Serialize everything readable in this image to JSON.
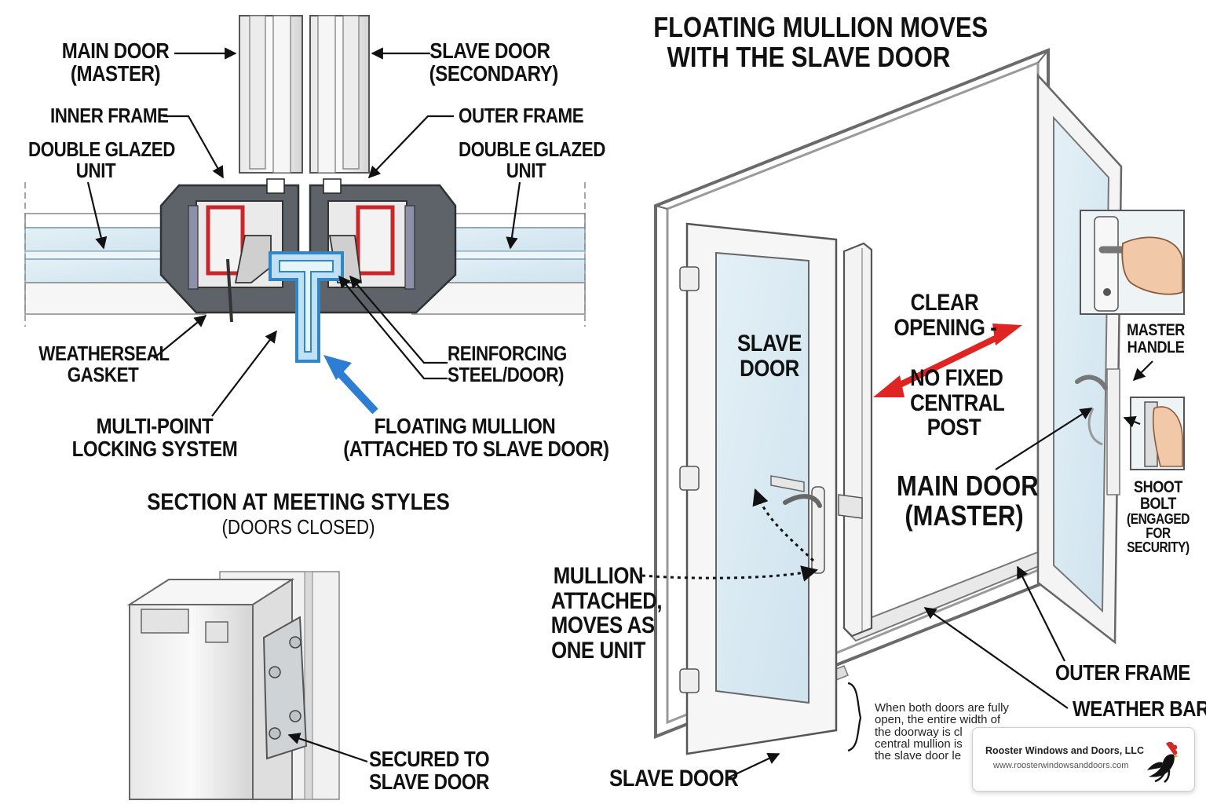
{
  "section_labels": {
    "main_door": "MAIN DOOR",
    "main_door_sub": "(MASTER)",
    "slave_door": "SLAVE DOOR",
    "slave_door_sub": "(SECONDARY)",
    "inner_frame": "INNER FRAME",
    "outer_frame": "OUTER FRAME",
    "dgu_left_1": "DOUBLE GLAZED",
    "dgu_left_2": "UNIT",
    "dgu_right_1": "DOUBLE GLAZED",
    "dgu_right_2": "UNIT",
    "weatherseal_1": "WEATHERSEAL",
    "weatherseal_2": "GASKET",
    "reinforcing_1": "REINFORCING",
    "reinforcing_2": "STEEL/DOOR)",
    "multipoint_1": "MULTI-POINT",
    "multipoint_2": "LOCKING SYSTEM",
    "floating_1": "FLOATING MULLION",
    "floating_2": "(ATTACHED TO SLAVE DOOR)",
    "section_title": "SECTION AT MEETING STYLES",
    "section_subtitle": "(DOORS CLOSED)",
    "secured_1": "SECURED TO",
    "secured_2": "SLAVE DOOR"
  },
  "door_labels": {
    "title_1": "FLOATING MULLION MOVES",
    "title_2": "WITH THE SLAVE DOOR",
    "slave_door_1": "SLAVE",
    "slave_door_2": "DOOR",
    "clear_opening_1": "CLEAR",
    "clear_opening_2": "OPENING -",
    "no_fixed_1": "NO FIXED",
    "no_fixed_2": "CENTRAL",
    "no_fixed_3": "POST",
    "main_door_1": "MAIN DOOR",
    "main_door_2": "(MASTER)",
    "master_handle_1": "MASTER",
    "master_handle_2": "HANDLE",
    "shoot_bolt_1": "SHOOT",
    "shoot_bolt_2": "BOLT",
    "shoot_bolt_3": "(ENGAGED",
    "shoot_bolt_4": "FOR",
    "shoot_bolt_5": "SECURITY)",
    "mullion_attached_1": "MULLION",
    "mullion_attached_2": "ATTACHED,",
    "mullion_attached_3": "MOVES AS",
    "mullion_attached_4": "ONE UNIT",
    "outer_frame": "OUTER FRAME",
    "weather_bar": "WEATHER BAR",
    "slave_door_bottom": "SLAVE DOOR",
    "note": "When both doors are fully\nopen, the entire width of\nthe doorway is cl\ncentral mullion is\nthe slave door le"
  },
  "brand": {
    "name": "Rooster Windows and Doors, LLC",
    "url": "www.roosterwindowsanddoors.com",
    "logo_icon": "rooster-icon"
  },
  "colors": {
    "mullion_blue": "#2f86c9",
    "arrow_blue": "#2d7ed3",
    "arrow_red": "#e02424",
    "steel_red": "#c8262b",
    "glass": "#d6e8f2",
    "frame_dark": "#555b60",
    "frame_light": "#f2f2f2"
  }
}
